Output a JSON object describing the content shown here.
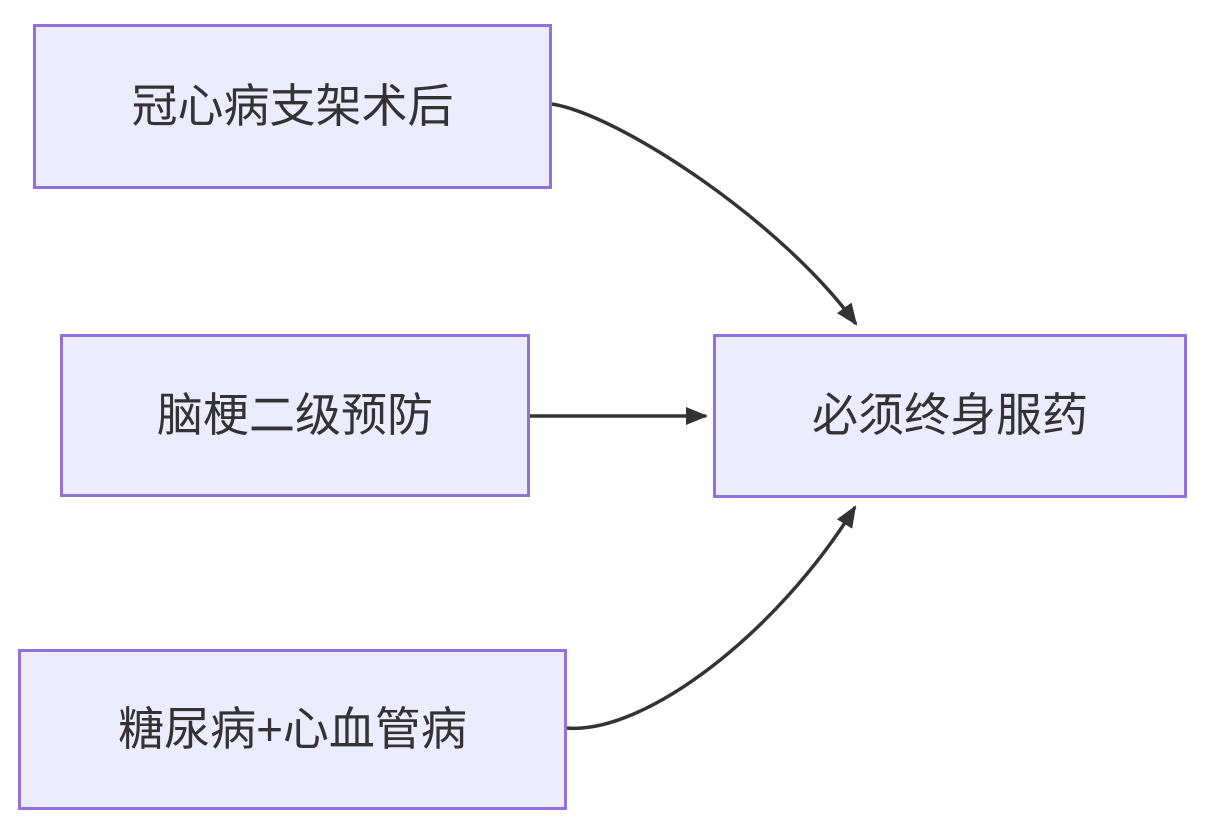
{
  "diagram": {
    "type": "flowchart",
    "direction": "left-to-right",
    "colors": {
      "canvas_bg": "#ffffff",
      "node_fill": "#ECECFF",
      "node_border": "#9370DB",
      "edge_color": "#333333",
      "text_color": "#333333"
    },
    "nodes": [
      {
        "id": "coronary-stent",
        "label": "冠心病支架术后"
      },
      {
        "id": "stroke-prevention",
        "label": "脑梗二级预防"
      },
      {
        "id": "diabetes-cvd",
        "label": "糖尿病+心血管病"
      },
      {
        "id": "lifelong-medication",
        "label": "必须终身服药"
      }
    ],
    "edges": [
      {
        "from": "冠心病支架术后",
        "to": "必须终身服药"
      },
      {
        "from": "脑梗二级预防",
        "to": "必须终身服药"
      },
      {
        "from": "糖尿病+心血管病",
        "to": "必须终身服药"
      }
    ]
  }
}
